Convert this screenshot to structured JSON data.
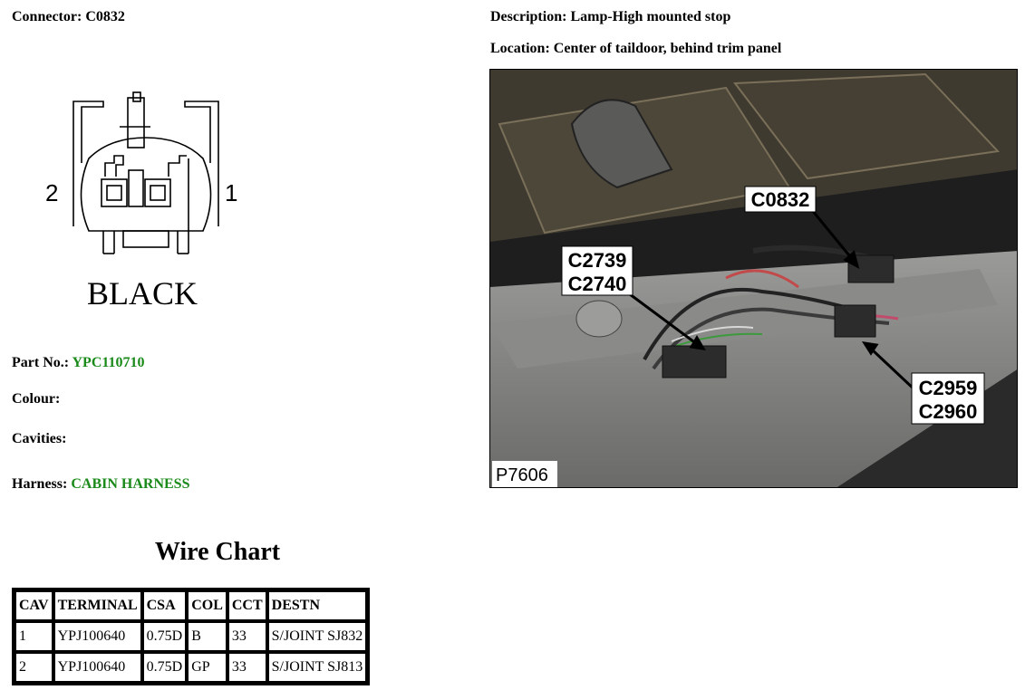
{
  "connector": {
    "label": "Connector:",
    "value": "C0832"
  },
  "description": {
    "label": "Description:",
    "value": "Lamp-High mounted stop"
  },
  "location": {
    "label": "Location:",
    "value": "Center of taildoor, behind trim panel"
  },
  "diagram": {
    "pin_left": "2",
    "pin_right": "1",
    "color_text": "BLACK"
  },
  "part_no": {
    "label": "Part No.:",
    "value": "YPC110710"
  },
  "colour": {
    "label": "Colour:"
  },
  "cavities": {
    "label": "Cavities:"
  },
  "harness": {
    "label": "Harness:",
    "value": "CABIN HARNESS"
  },
  "photo": {
    "callout_top": "C0832",
    "callout_left_1": "C2739",
    "callout_left_2": "C2740",
    "callout_right_1": "C2959",
    "callout_right_2": "C2960",
    "photo_id": "P7606"
  },
  "wire_chart": {
    "title": "Wire Chart",
    "headers": [
      "CAV",
      "TERMINAL",
      "CSA",
      "COL",
      "CCT",
      "DESTN"
    ],
    "rows": [
      [
        "1",
        "YPJ100640",
        "0.75D",
        "B",
        "33",
        "S/JOINT SJ832"
      ],
      [
        "2",
        "YPJ100640",
        "0.75D",
        "GP",
        "33",
        "S/JOINT SJ813"
      ]
    ]
  },
  "colors": {
    "label_green": "#1a8a1a"
  }
}
